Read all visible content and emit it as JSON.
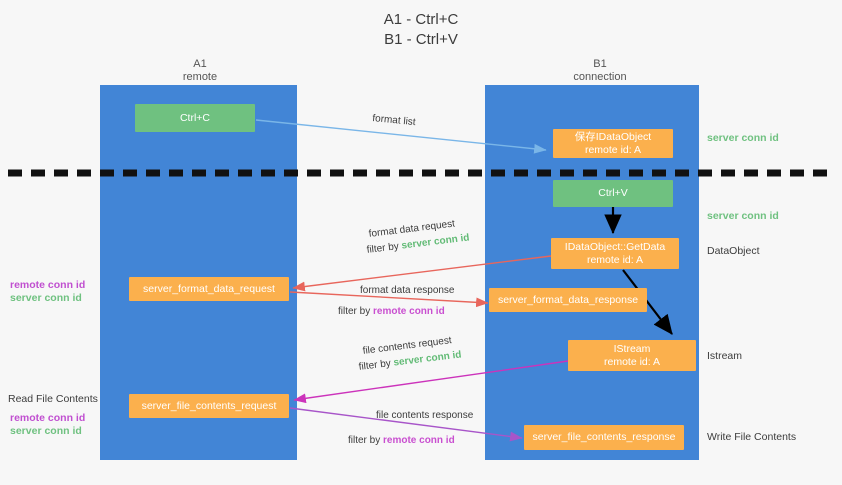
{
  "title": {
    "line1": "A1 - Ctrl+C",
    "line2": "B1 - Ctrl+V"
  },
  "columns": [
    {
      "name": "A1",
      "sub": "remote"
    },
    {
      "name": "B1",
      "sub": "connection"
    }
  ],
  "nodes": {
    "ctrl_c": "Ctrl+C",
    "store_idataobject": "保存IDataObject\nremote id: A",
    "ctrl_v": "Ctrl+V",
    "getdata": "IDataObject::GetData\nremote id: A",
    "istream": "IStream\nremote id: A",
    "server_format_data_request": "server_format_data_request",
    "server_format_data_response": "server_format_data_response",
    "server_file_contents_request": "server_file_contents_request",
    "server_file_contents_response": "server_file_contents_response"
  },
  "right_captions": {
    "server_conn_id_1": "server conn id",
    "server_conn_id_2": "server conn id",
    "dataobject": "DataObject",
    "istream": "Istream",
    "write_file_contents": "Write File Contents"
  },
  "left_captions": {
    "remote_conn_id_1": "remote conn id",
    "server_conn_id_1": "server conn id",
    "read_file_contents": "Read File Contents",
    "remote_conn_id_2": "remote conn id",
    "server_conn_id_2": "server conn id"
  },
  "edges": {
    "format_list": "format list",
    "format_data_request": "format data request",
    "format_data_request_filter_prefix": "filter by ",
    "format_data_request_filter_key": "server conn id",
    "format_data_response": "format data response",
    "format_data_response_filter_prefix": "filter by ",
    "format_data_response_filter_key": "remote conn id",
    "file_contents_request": "file contents request",
    "file_contents_request_filter_prefix": "filter by ",
    "file_contents_request_filter_key": "server conn id",
    "file_contents_response": "file contents response",
    "file_contents_response_filter_prefix": "filter by ",
    "file_contents_response_filter_key": "remote conn id"
  },
  "colors": {
    "lane": "#4285d6",
    "green_node": "#6fc180",
    "orange_node": "#fbb04d",
    "green_text": "#6fc180",
    "purple_text": "#c04fd0",
    "arrow_blue": "#7ab6e8",
    "arrow_red": "#e8665c",
    "arrow_magenta": "#cc33bb",
    "arrow_purple": "#a855c9",
    "arrow_black": "#000000",
    "background": "#f7f7f7",
    "divider": "#111111"
  }
}
